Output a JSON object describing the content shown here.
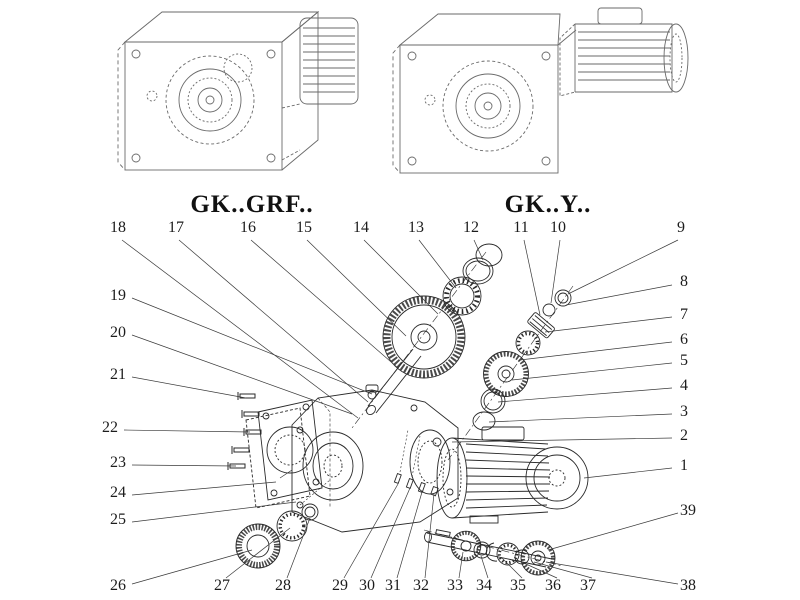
{
  "titles": {
    "grf": "GK..GRF..",
    "y": "GK..Y.."
  },
  "parts": [
    "18",
    "17",
    "16",
    "15",
    "14",
    "13",
    "12",
    "11",
    "10",
    "9",
    "8",
    "7",
    "6",
    "5",
    "4",
    "3",
    "2",
    "1",
    "39",
    "38",
    "19",
    "20",
    "21",
    "22",
    "23",
    "24",
    "25",
    "26",
    "27",
    "28",
    "29",
    "30",
    "31",
    "32",
    "33",
    "34",
    "35",
    "36",
    "37"
  ],
  "icons": {
    "gearbox_grf_drawing": "exploded-gearbox-foot-mounted",
    "gearbox_y_drawing": "gearbox-with-motor",
    "exploded_view": "exploded-parts-diagram"
  },
  "colors": {
    "background": "#ffffff",
    "drawing_line": "#5a5a5a",
    "exploded_line": "#2a2a2a",
    "leader_line": "#3a3a3a",
    "label_text": "#1c1c1c"
  }
}
